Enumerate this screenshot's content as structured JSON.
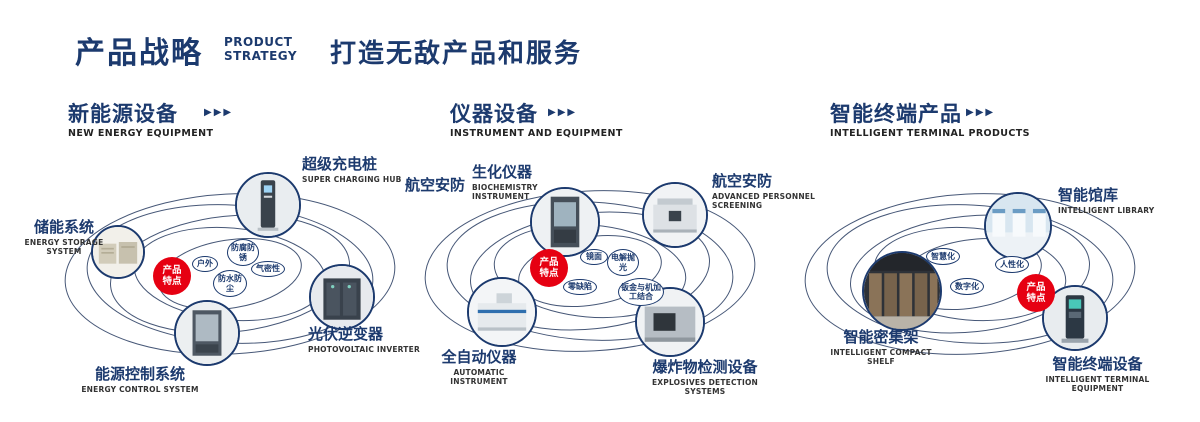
{
  "header": {
    "title": "产品战略",
    "subtitle1": "PRODUCT",
    "subtitle2": "STRATEGY",
    "slogan": "打造无敌产品和服务"
  },
  "colors": {
    "navy": "#1c3a6e",
    "red": "#e60012",
    "background": "#ffffff"
  },
  "sections": [
    {
      "title": "新能源设备",
      "subtitle": "NEW ENERGY EQUIPMENT",
      "arrows": "▶▶▶",
      "badge1": "产品",
      "badge2": "特点",
      "items": [
        {
          "cn": "超级充电桩",
          "en": "SUPER CHARGING HUB"
        },
        {
          "cn": "储能系统",
          "en": "ENERGY STORAGE SYSTEM"
        },
        {
          "cn": "光伏逆变器",
          "en": "PHOTOVOLTAIC INVERTER"
        },
        {
          "cn": "能源控制系统",
          "en": "ENERGY CONTROL SYSTEM"
        }
      ],
      "features": [
        "防腐防锈",
        "户外",
        "气密性",
        "防水防尘"
      ]
    },
    {
      "title": "仪器设备",
      "subtitle": "INSTRUMENT AND EQUIPMENT",
      "arrows": "▶▶▶",
      "badge1": "产品",
      "badge2": "特点",
      "items": [
        {
          "cn": "航空安防",
          "en": ""
        },
        {
          "cn": "生化仪器",
          "en": "BIOCHEMISTRY INSTRUMENT"
        },
        {
          "cn": "航空安防",
          "en": "ADVANCED PERSONNEL SCREENING"
        },
        {
          "cn": "全自动仪器",
          "en": "AUTOMATIC INSTRUMENT"
        },
        {
          "cn": "爆炸物检测设备",
          "en": "EXPLOSIVES DETECTION SYSTEMS"
        }
      ],
      "features": [
        "镜面",
        "电解抛光",
        "零缺陷",
        "钣金与机加工结合"
      ]
    },
    {
      "title": "智能终端产品",
      "subtitle": "INTELLIGENT TERMINAL PRODUCTS",
      "arrows": "▶▶▶",
      "badge1": "产品",
      "badge2": "特点",
      "items": [
        {
          "cn": "智能馆库",
          "en": "INTELLIGENT LIBRARY"
        },
        {
          "cn": "智能密集架",
          "en": "INTELLIGENT COMPACT SHELF"
        },
        {
          "cn": "智能终端设备",
          "en": "INTELLIGENT TERMINAL EQUIPMENT"
        }
      ],
      "features": [
        "智慧化",
        "人性化",
        "数字化"
      ]
    }
  ]
}
